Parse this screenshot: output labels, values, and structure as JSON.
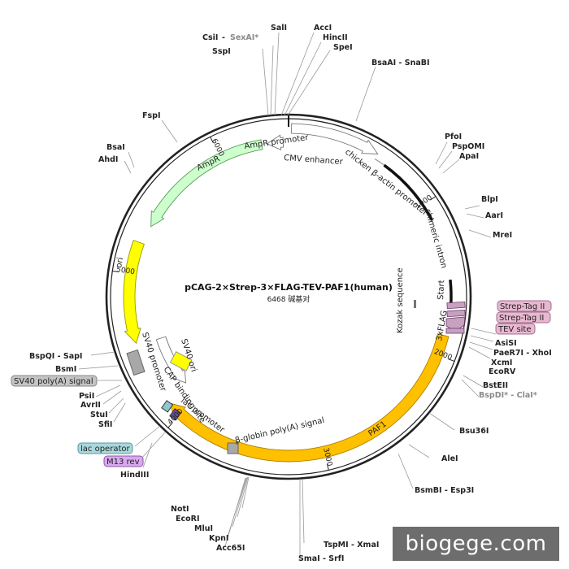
{
  "plasmid": {
    "name": "pCAG-2×Strep-3×FLAG-TEV-PAF1(human)",
    "size_label": "6468 碱基对"
  },
  "ticks": [
    "1000",
    "2000",
    "3000",
    "4000",
    "5000",
    "6000"
  ],
  "features": {
    "ampr_promoter": "AmpR promoter",
    "cmv_enhancer": "CMV enhancer",
    "chicken_promoter": "chicken β-actin promoter",
    "chimeric_intron": "chimeric intron",
    "ampr": "AmpR",
    "ori": "ori",
    "kozak": "Kozak sequence",
    "start": "Start",
    "flag": "3xFLAG",
    "paf1": "PAF1",
    "globin": "β-globin poly(A) signal",
    "sv40_promoter": "SV40 promoter",
    "sv40_ori": "SV40 ori",
    "cap_site": "CAP binding site",
    "lac_promoter": "lac promoter"
  },
  "boxed_labels": {
    "strep1": "Strep-Tag II",
    "strep2": "Strep-Tag II",
    "tev": "TEV site",
    "sv40_polya": "SV40 poly(A) signal",
    "lac_operator": "lac operator",
    "m13": "M13 rev"
  },
  "sites": {
    "csii": "CsiI",
    "sexai": "SexAI*",
    "sspi": "SspI",
    "sali": "SalI",
    "acci": "AccI",
    "hincii": "HincII",
    "spei": "SpeI",
    "bsaai_snabi": "BsaAI - SnaBI",
    "fspi": "FspI",
    "bsai": "BsaI",
    "ahdi": "AhdI",
    "pfoi": "PfoI",
    "psp": "PspOMI",
    "apai": "ApaI",
    "blpi": "BlpI",
    "aari": "AarI",
    "mrei": "MreI",
    "asisi": "AsiSI",
    "paer": "PaeR7I - XhoI",
    "xcmi": "XcmI",
    "ecorv": "EcoRV",
    "bsteii": "BstEII",
    "bspdi": "BspDI* - ClaI*",
    "bsu36i": "Bsu36I",
    "alei": "AleI",
    "bsmbi": "BsmBI - Esp3I",
    "tspmi": "TspMI - XmaI",
    "smai": "SmaI - SrfI",
    "noti": "NotI",
    "ecori": "EcoRI",
    "mlui": "MluI",
    "kpni": "KpnI",
    "acc65i": "Acc65I",
    "hindiii": "HindIII",
    "bspqi": "BspQI - SapI",
    "bsmi": "BsmI",
    "psii": "PsiI",
    "avrii": "AvrII",
    "stui": "StuI",
    "sfii": "SfiI"
  },
  "watermark": "biogege.com",
  "colors": {
    "paf1": "#ffc000",
    "ori": "#ffff00",
    "ampr": "#ccffcc",
    "promoter": "#ffffff",
    "tag": "#c8a0c0",
    "lac_operator": "#8fc6cc",
    "m13": "#d9a8f0",
    "polya_grey": "#a8a8a8"
  }
}
